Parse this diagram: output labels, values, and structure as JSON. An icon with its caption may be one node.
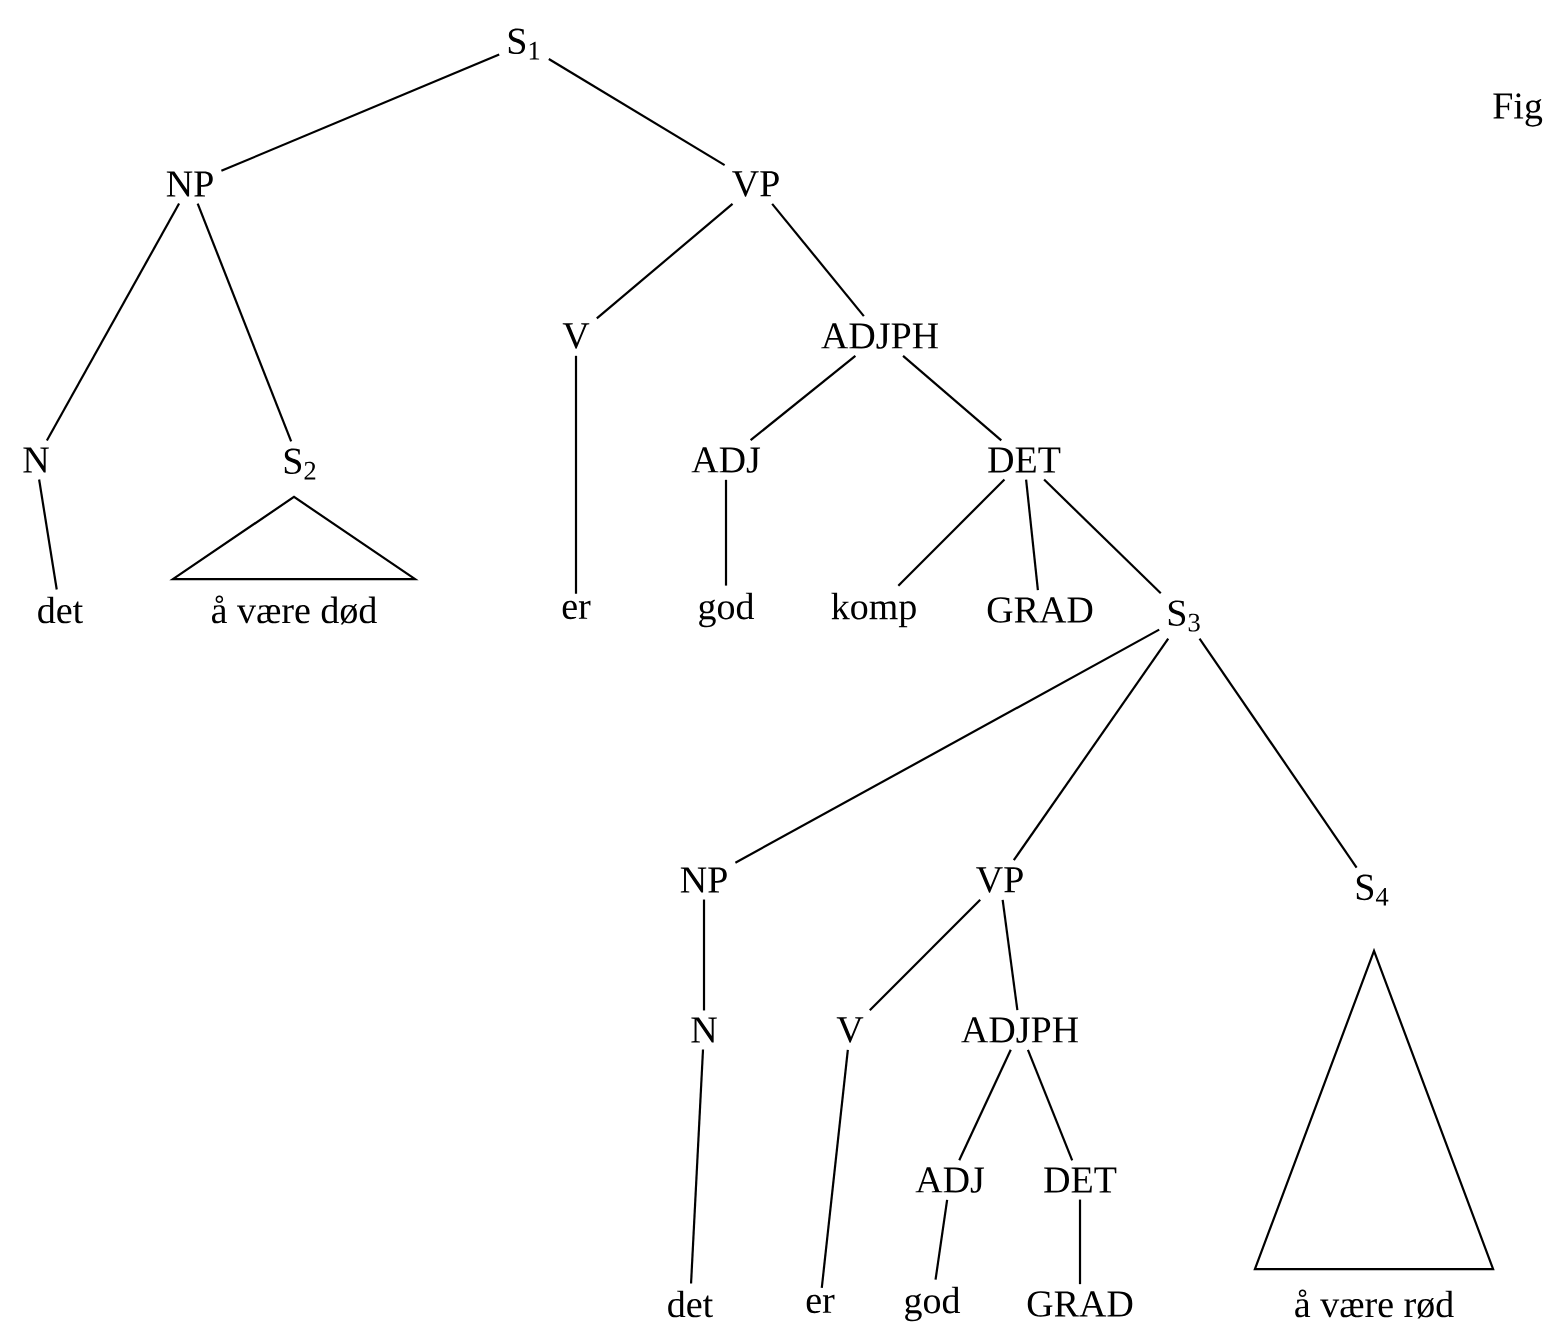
{
  "diagram": {
    "nodes": [
      {
        "text": [
          "S$_{1}$"
        ]
      },
      {
        "text": [
          "NP"
        ]
      },
      {
        "text": [
          "VP"
        ]
      },
      {
        "text": [
          "N"
        ]
      },
      {
        "text": [
          "S$_{2}$"
        ]
      },
      {
        "text": [],
        "shape": "triangle",
        "beside": [
          "å være død"
        ]
      },
      {
        "text": [
          "det"
        ]
      },
      {
        "text": [
          "V"
        ]
      },
      {
        "text": [
          "ADJPH"
        ]
      },
      {
        "text": [
          "er"
        ]
      },
      {
        "text": [
          "ADJ"
        ]
      },
      {
        "text": [
          "DET"
        ]
      },
      {
        "text": [
          "god"
        ]
      },
      {
        "text": [
          "komp"
        ]
      },
      {
        "text": [
          "GRAD"
        ]
      },
      {
        "text": [
          "S$_{3}$"
        ]
      },
      {
        "text": [
          "NP"
        ]
      },
      {
        "text": [
          "VP"
        ]
      },
      {
        "text": [
          "S$_{4}$"
        ]
      },
      {
        "text": [
          "N"
        ]
      },
      {
        "text": [
          "V"
        ]
      },
      {
        "text": [
          "ADJPH"
        ]
      },
      {
        "text": [
          "ADJ"
        ]
      },
      {
        "text": [
          "DET"
        ]
      },
      {
        "text": [
          "det"
        ]
      },
      {
        "text": [
          "er"
        ]
      },
      {
        "text": [
          "god"
        ]
      },
      {
        "text": [
          "GRAD"
        ]
      },
      {
        "text": [],
        "shape": "triangle",
        "beside": [
          "å være rød"
        ]
      }
    ],
    "edges": [
      {
        "from": 0,
        "to": 1,
        "arrow": "none"
      },
      {
        "from": 0,
        "to": 2,
        "arrow": "none"
      },
      {
        "from": 1,
        "to": 3,
        "arrow": "none"
      },
      {
        "from": 1,
        "to": 4,
        "arrow": "none"
      },
      {
        "from": 3,
        "to": 6,
        "arrow": "none"
      },
      {
        "from": 2,
        "to": 7,
        "arrow": "none"
      },
      {
        "from": 2,
        "to": 8,
        "arrow": "none"
      },
      {
        "from": 7,
        "to": 9,
        "arrow": "none"
      },
      {
        "from": 8,
        "to": 10,
        "arrow": "none"
      },
      {
        "from": 8,
        "to": 11,
        "arrow": "none"
      },
      {
        "from": 10,
        "to": 12,
        "arrow": "none"
      },
      {
        "from": 11,
        "to": 13,
        "arrow": "none"
      },
      {
        "from": 11,
        "to": 14,
        "arrow": "none"
      },
      {
        "from": 11,
        "to": 15,
        "arrow": "none"
      },
      {
        "from": 15,
        "to": 16,
        "arrow": "none"
      },
      {
        "from": 15,
        "to": 17,
        "arrow": "none"
      },
      {
        "from": 15,
        "to": 18,
        "arrow": "none"
      },
      {
        "from": 16,
        "to": 19,
        "arrow": "none"
      },
      {
        "from": 19,
        "to": 24,
        "arrow": "none"
      },
      {
        "from": 17,
        "to": 20,
        "arrow": "none"
      },
      {
        "from": 17,
        "to": 21,
        "arrow": "none"
      },
      {
        "from": 20,
        "to": 25,
        "arrow": "none"
      },
      {
        "from": 21,
        "to": 22,
        "arrow": "none"
      },
      {
        "from": 21,
        "to": 23,
        "arrow": "none"
      },
      {
        "from": 22,
        "to": 26,
        "arrow": "none"
      },
      {
        "from": 23,
        "to": 27,
        "arrow": "none"
      }
    ],
    "labels": [
      "Fig"
    ]
  }
}
